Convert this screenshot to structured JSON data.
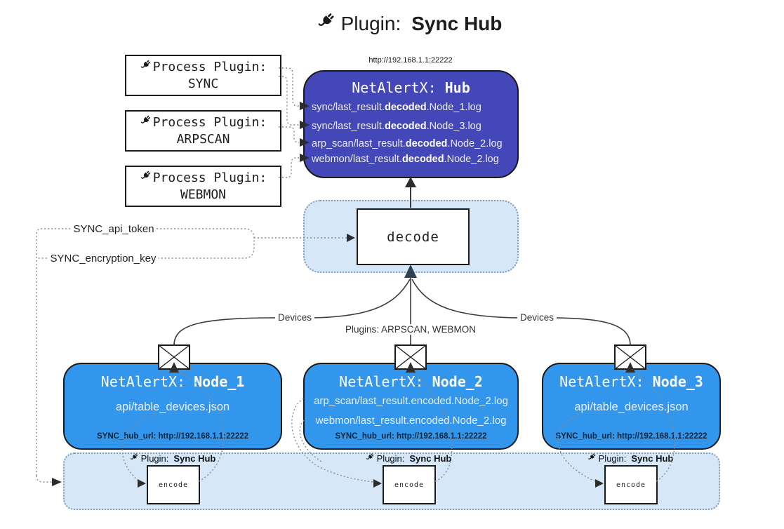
{
  "title": {
    "prefix": "Plugin:",
    "name": "Sync Hub"
  },
  "hub": {
    "url": "http://192.168.1.1:22222",
    "title_prefix": "NetAlertX:",
    "title_name": "Hub",
    "logs": [
      {
        "pre": "sync/last_result.",
        "bold": "decoded",
        "post": ".Node_1.log"
      },
      {
        "pre": "sync/last_result.",
        "bold": "decoded",
        "post": ".Node_3.log"
      },
      {
        "pre": "arp_scan/last_result.",
        "bold": "decoded",
        "post": ".Node_2.log"
      },
      {
        "pre": "webmon/last_result.",
        "bold": "decoded",
        "post": ".Node_2.log"
      }
    ]
  },
  "process_plugins": [
    {
      "label": "Process Plugin:",
      "name": "SYNC"
    },
    {
      "label": "Process Plugin:",
      "name": "ARPSCAN"
    },
    {
      "label": "Process Plugin:",
      "name": "WEBMON"
    }
  ],
  "decode_label": "decode",
  "config": {
    "api_token": "SYNC_api_token",
    "encryption_key": "SYNC_encryption_key"
  },
  "edge_labels": {
    "devices_left": "Devices",
    "devices_right": "Devices",
    "plugins_center": "Plugins: ARPSCAN, WEBMON"
  },
  "nodes": [
    {
      "title_prefix": "NetAlertX:",
      "title_name": "Node_1",
      "lines": [
        "api/table_devices.json"
      ],
      "hub_url": "SYNC_hub_url: http://192.168.1.1:22222"
    },
    {
      "title_prefix": "NetAlertX:",
      "title_name": "Node_2",
      "lines": [
        "arp_scan/last_result.encoded.Node_2.log",
        "webmon/last_result.encoded.Node_2.log"
      ],
      "hub_url": "SYNC_hub_url: http://192.168.1.1:22222"
    },
    {
      "title_prefix": "NetAlertX:",
      "title_name": "Node_3",
      "lines": [
        "api/table_devices.json"
      ],
      "hub_url": "SYNC_hub_url: http://192.168.1.1:22222"
    }
  ],
  "encode_sections": [
    {
      "plugin_prefix": "Plugin:",
      "plugin_name": "Sync Hub",
      "label": "encode"
    },
    {
      "plugin_prefix": "Plugin:",
      "plugin_name": "Sync Hub",
      "label": "encode"
    },
    {
      "plugin_prefix": "Plugin:",
      "plugin_name": "Sync Hub",
      "label": "encode"
    }
  ],
  "colors": {
    "hub_bg": "#4347b8",
    "node_bg": "#3296ec",
    "panel_bg": "#d6e8f8",
    "panel_border": "#7f9db9",
    "box_border": "#1a1a1a",
    "line_dark": "#3c3c3c",
    "dotted_gray": "#8a8a8a"
  }
}
